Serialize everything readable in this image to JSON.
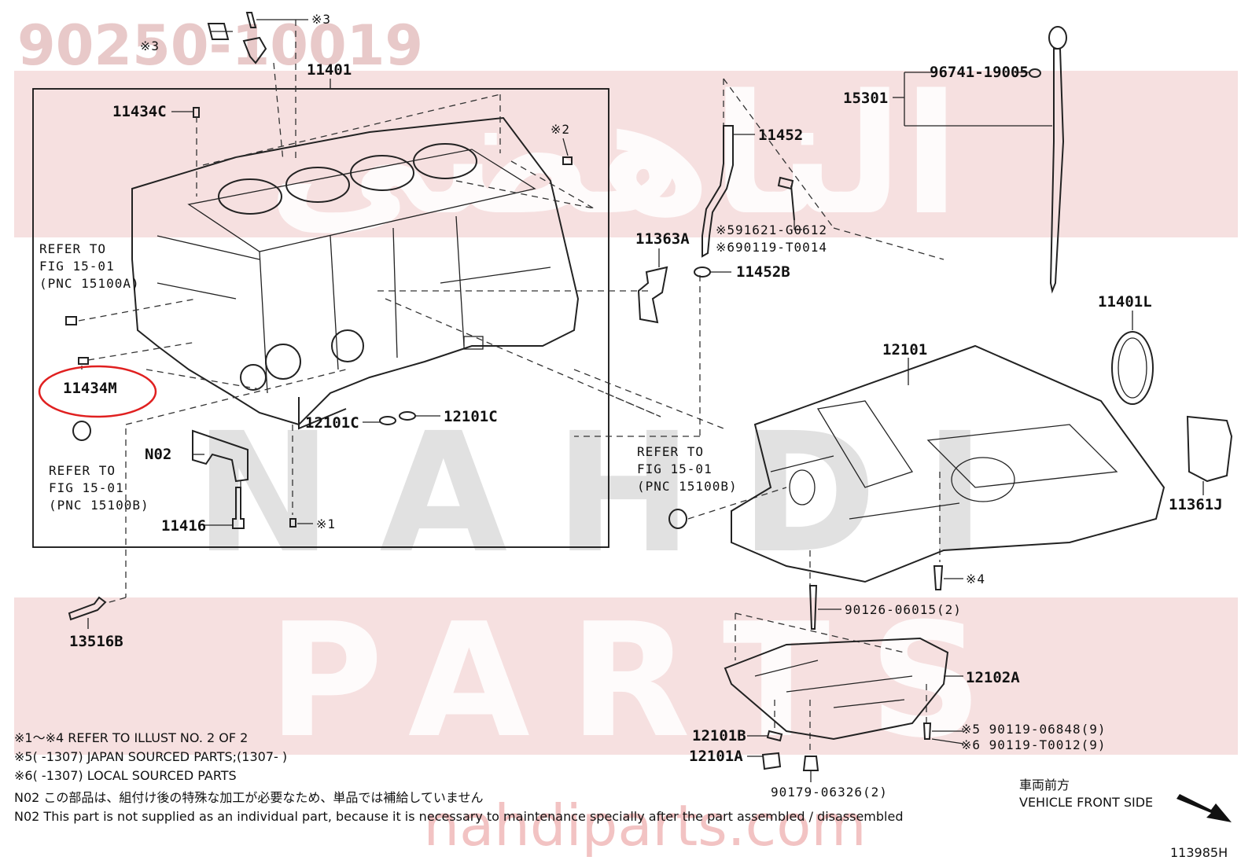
{
  "watermark": {
    "part_number": "90250-10019",
    "arabic": "الناهضي",
    "latin": "NAHDI",
    "parts": "PARTS",
    "url": "nahdiparts.com"
  },
  "labels": {
    "l11401": "11401",
    "l11434C": "11434C",
    "l11434M": "11434M",
    "l11416": "11416",
    "lN02": "N02",
    "l13516B": "13516B",
    "l12101C_a": "12101C",
    "l12101C_b": "12101C",
    "l11363A": "11363A",
    "l11452": "11452",
    "l11452B": "11452B",
    "l15301": "15301",
    "l96741": "96741-19005",
    "l91621": "※591621-G0612",
    "l90119a": "※690119-T0014",
    "l11401L": "11401L",
    "l12101": "12101",
    "l11361J": "11361J",
    "l90126": "90126-06015(2)",
    "l12102A": "12102A",
    "l12101B": "12101B",
    "l12101A": "12101A",
    "l90179": "90179-06326(2)",
    "l90119b": "※5 90119-06848(9)",
    "l90119c": "※6 90119-T0012(9)",
    "mark3a": "※3",
    "mark3b": "※3",
    "mark2": "※2",
    "mark1": "※1",
    "mark4": "※4"
  },
  "refer_blocks": {
    "a": [
      "REFER TO",
      "FIG 15-01",
      "(PNC 15100A)"
    ],
    "b": [
      "REFER TO",
      "FIG 15-01",
      "(PNC 15100B)"
    ],
    "c": [
      "REFER TO",
      "FIG 15-01",
      "(PNC 15100B)"
    ]
  },
  "notes": {
    "n1": "※1〜※4 REFER TO ILLUST NO. 2 OF 2",
    "n5": "※5(      -1307) JAPAN SOURCED PARTS;(1307-      )",
    "n6": "※6(      -1307) LOCAL SOURCED PARTS",
    "n02_jp": "N02  この部品は、組付け後の特殊な加工が必要なため、単品では補給していません",
    "n02_en": "N02  This part is not supplied as an individual part, because it is necessary to maintenance specially after the part assembled / disassembled"
  },
  "front": {
    "jp": "車両前方",
    "en": "VEHICLE FRONT SIDE"
  },
  "illust_code": "113985H",
  "colors": {
    "highlight_circle": "#e02020",
    "watermark_band": "#f3d6d6"
  }
}
